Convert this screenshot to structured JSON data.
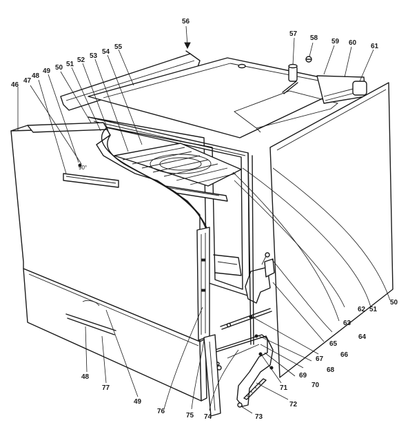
{
  "diagram": {
    "small_print": {
      "knob_marking": "90°"
    },
    "callouts": [
      {
        "id": "c56",
        "label": "56"
      },
      {
        "id": "c57",
        "label": "57"
      },
      {
        "id": "c58",
        "label": "58"
      },
      {
        "id": "c59",
        "label": "59"
      },
      {
        "id": "c60",
        "label": "60"
      },
      {
        "id": "c61",
        "label": "61"
      },
      {
        "id": "c46",
        "label": "46"
      },
      {
        "id": "c47",
        "label": "47"
      },
      {
        "id": "c48a",
        "label": "48"
      },
      {
        "id": "c49a",
        "label": "49"
      },
      {
        "id": "c50a",
        "label": "50"
      },
      {
        "id": "c51a",
        "label": "51"
      },
      {
        "id": "c52",
        "label": "52"
      },
      {
        "id": "c53",
        "label": "53"
      },
      {
        "id": "c54",
        "label": "54"
      },
      {
        "id": "c55",
        "label": "55"
      },
      {
        "id": "c50b",
        "label": "50"
      },
      {
        "id": "c51b",
        "label": "51"
      },
      {
        "id": "c62",
        "label": "62"
      },
      {
        "id": "c63",
        "label": "63"
      },
      {
        "id": "c64",
        "label": "64"
      },
      {
        "id": "c65",
        "label": "65"
      },
      {
        "id": "c66",
        "label": "66"
      },
      {
        "id": "c67",
        "label": "67"
      },
      {
        "id": "c68",
        "label": "68"
      },
      {
        "id": "c69",
        "label": "69"
      },
      {
        "id": "c70",
        "label": "70"
      },
      {
        "id": "c71",
        "label": "71"
      },
      {
        "id": "c72",
        "label": "72"
      },
      {
        "id": "c73",
        "label": "73"
      },
      {
        "id": "c74",
        "label": "74"
      },
      {
        "id": "c75",
        "label": "75"
      },
      {
        "id": "c76",
        "label": "76"
      },
      {
        "id": "c48b",
        "label": "48"
      },
      {
        "id": "c77",
        "label": "77"
      },
      {
        "id": "c49b",
        "label": "49"
      }
    ]
  }
}
